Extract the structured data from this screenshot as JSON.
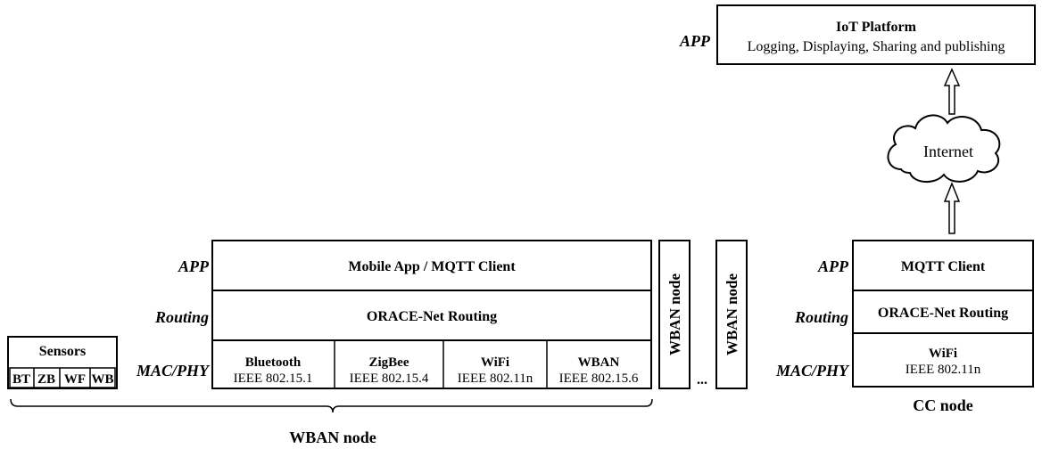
{
  "layers": {
    "app": "APP",
    "routing": "Routing",
    "macphy": "MAC/PHY"
  },
  "iot_platform": {
    "title": "IoT Platform",
    "subtitle": "Logging, Displaying, Sharing and publishing"
  },
  "internet": {
    "label": "Internet"
  },
  "wban_node": {
    "app": "Mobile App / MQTT Client",
    "routing": "ORACE-Net Routing",
    "mac": [
      {
        "name": "Bluetooth",
        "std": "IEEE 802.15.1"
      },
      {
        "name": "ZigBee",
        "std": "IEEE 802.15.4"
      },
      {
        "name": "WiFi",
        "std": "IEEE 802.11n"
      },
      {
        "name": "WBAN",
        "std": "IEEE 802.15.6"
      }
    ],
    "caption": "WBAN node"
  },
  "sensors": {
    "title": "Sensors",
    "items": [
      "BT",
      "ZB",
      "WF",
      "WB"
    ]
  },
  "side_nodes": [
    "WBAN node",
    "WBAN node"
  ],
  "ellipsis": "...",
  "cc_node": {
    "app": "MQTT Client",
    "routing": "ORACE-Net Routing",
    "mac_name": "WiFi",
    "mac_std": "IEEE 802.11n",
    "caption": "CC node"
  }
}
